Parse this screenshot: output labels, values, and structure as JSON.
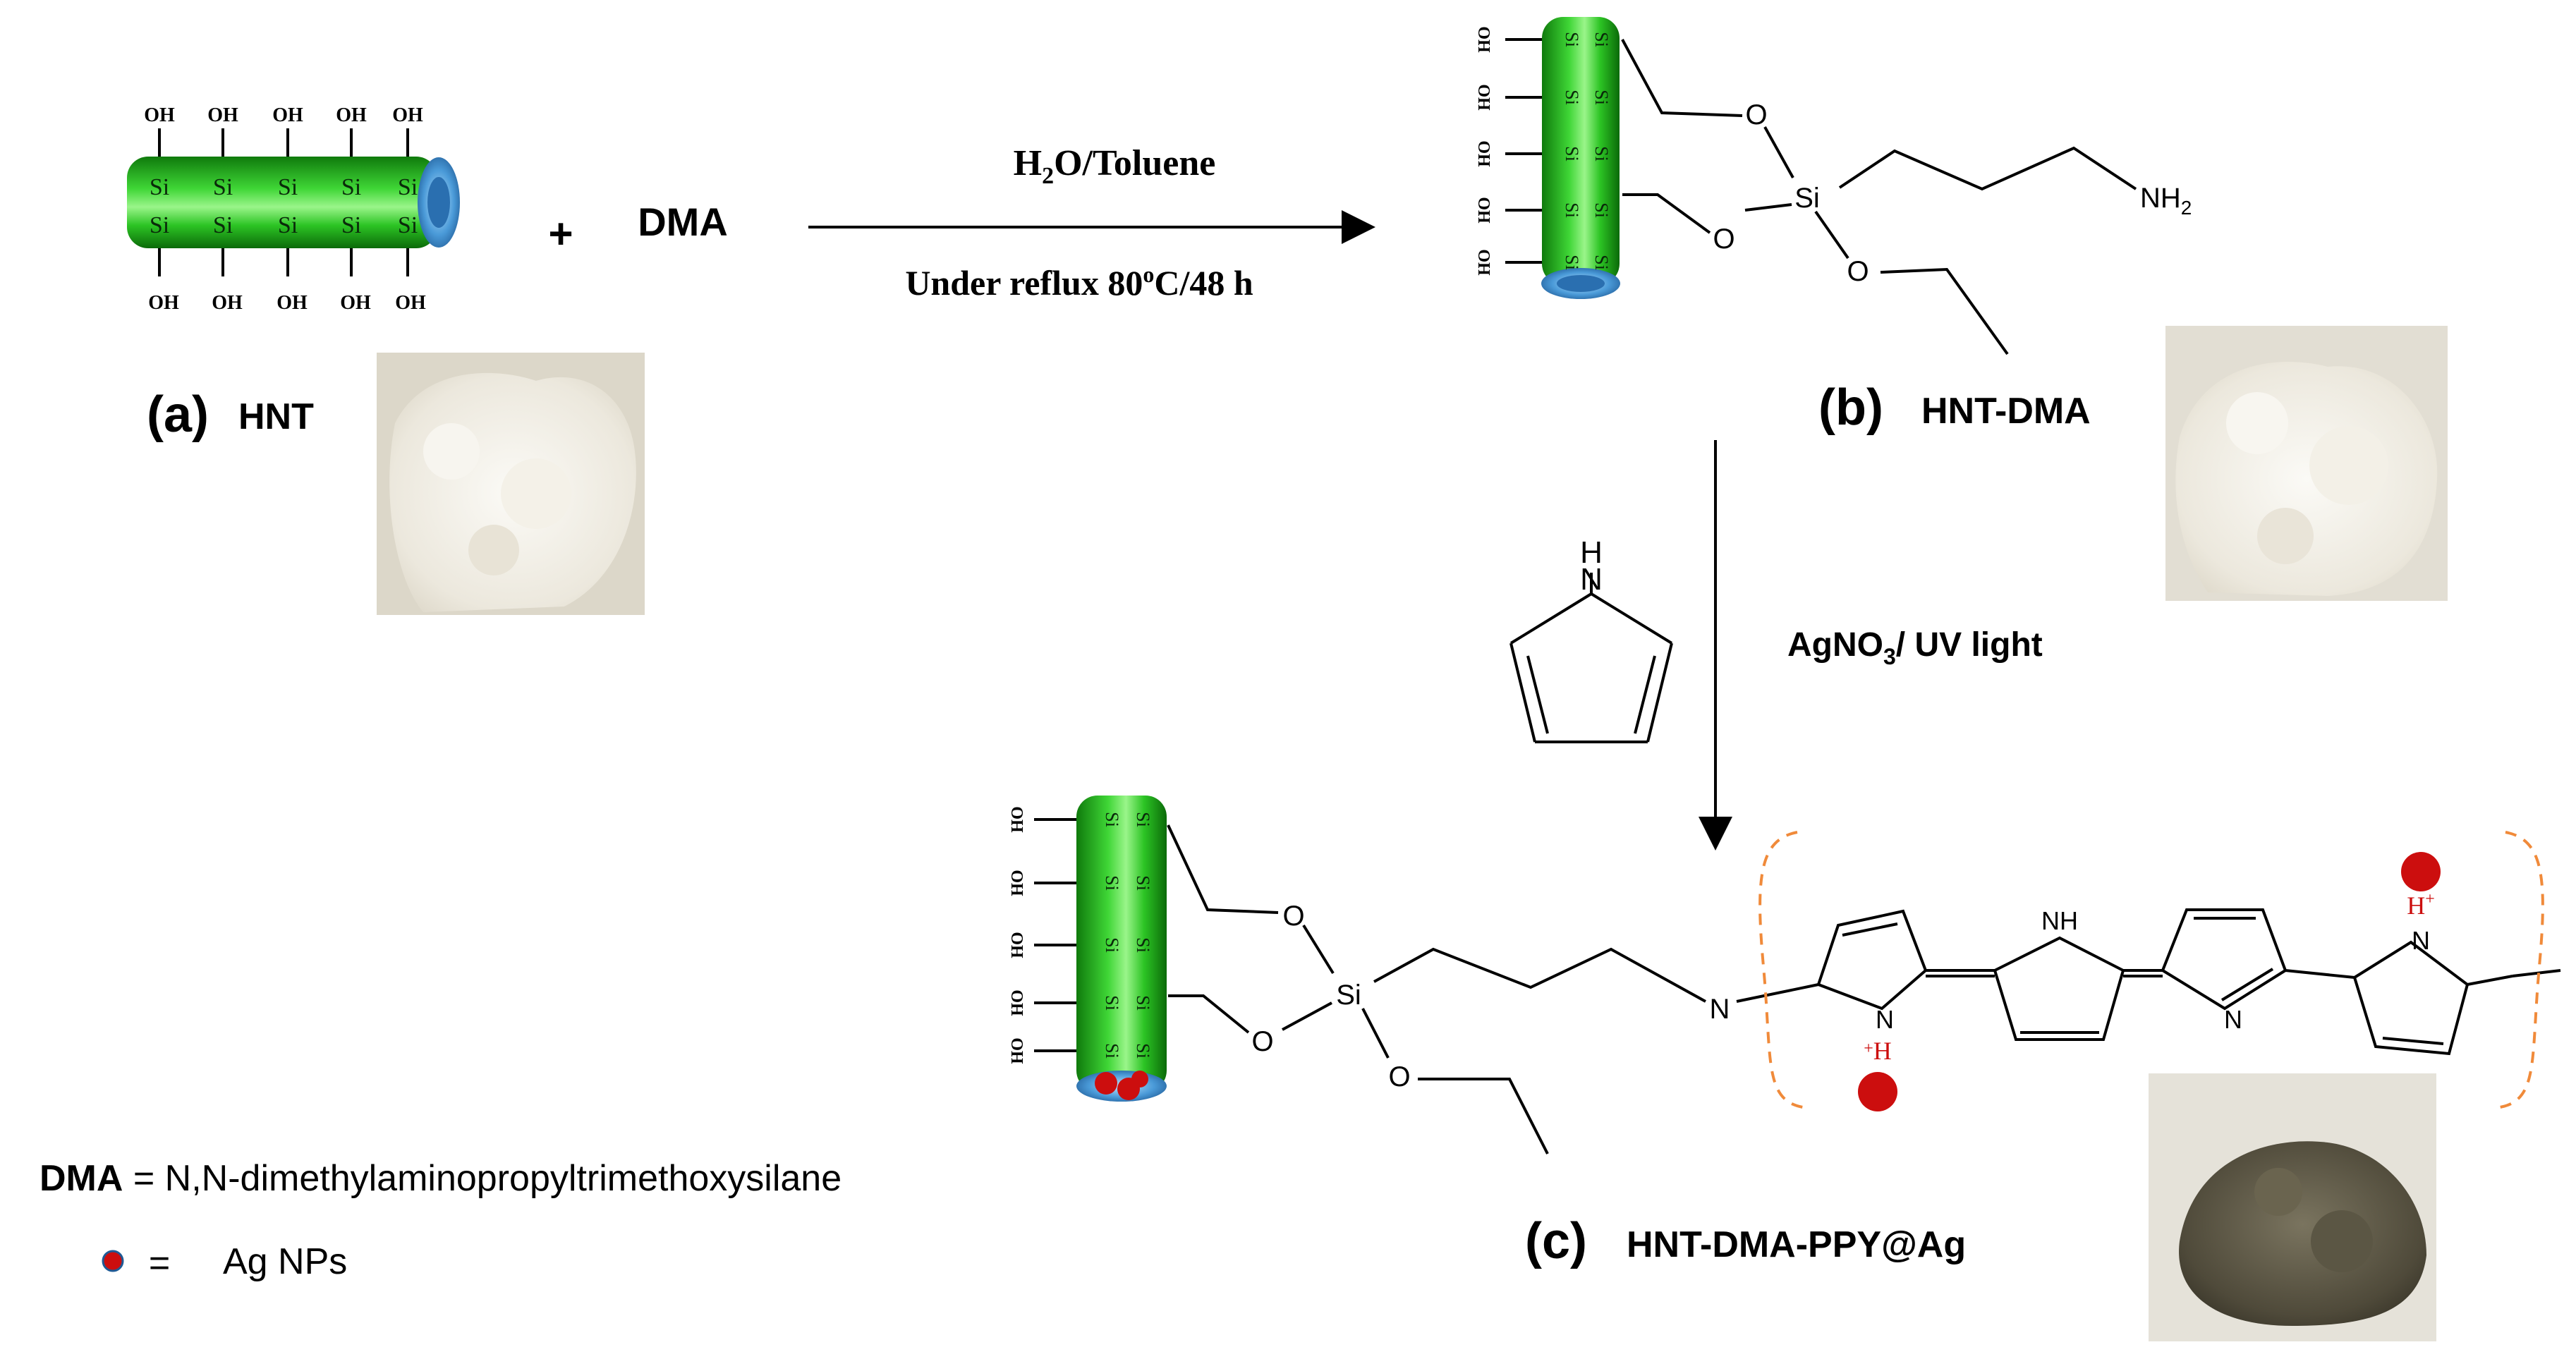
{
  "hnt": {
    "letter": "(a)",
    "name": "HNT"
  },
  "hnt_dma": {
    "letter": "(b)",
    "name": "HNT-DMA"
  },
  "hnt_dma_ppy_ag": {
    "letter": "(c)",
    "name": "HNT-DMA-PPY@Ag"
  },
  "plus": "+",
  "reagent": "DMA",
  "step1": {
    "above": [
      "H",
      "2",
      "O/Toluene"
    ],
    "below": [
      "Under reflux  80",
      "o",
      "C/48 h"
    ]
  },
  "step2": {
    "label": [
      "AgNO",
      "3",
      "/ UV light"
    ]
  },
  "atoms": {
    "oh": "OH",
    "ho": "HO",
    "si": "Si",
    "si_rot": "iS",
    "o": "O",
    "nh2": [
      "NH",
      "2"
    ],
    "n": "N",
    "nh": "NH",
    "h": "H",
    "h_plus": [
      "H",
      "+"
    ],
    "plus_h": [
      "+",
      "H"
    ]
  },
  "legend": {
    "dma_abbr": "DMA",
    "dma_definition": " = N,N-dimethylaminopropyltrimethoxysilane",
    "ag_equals": "=",
    "ag_label": "Ag NPs"
  },
  "colors": {
    "tube_green": "#1fb319",
    "tube_light": "#8ef07a",
    "tube_end": "#3c8fd0",
    "ag_red": "#cc0e0e",
    "bracket_orange": "#f08a3a",
    "powder_white": "#efece4",
    "powder_dark": "#55503f"
  }
}
